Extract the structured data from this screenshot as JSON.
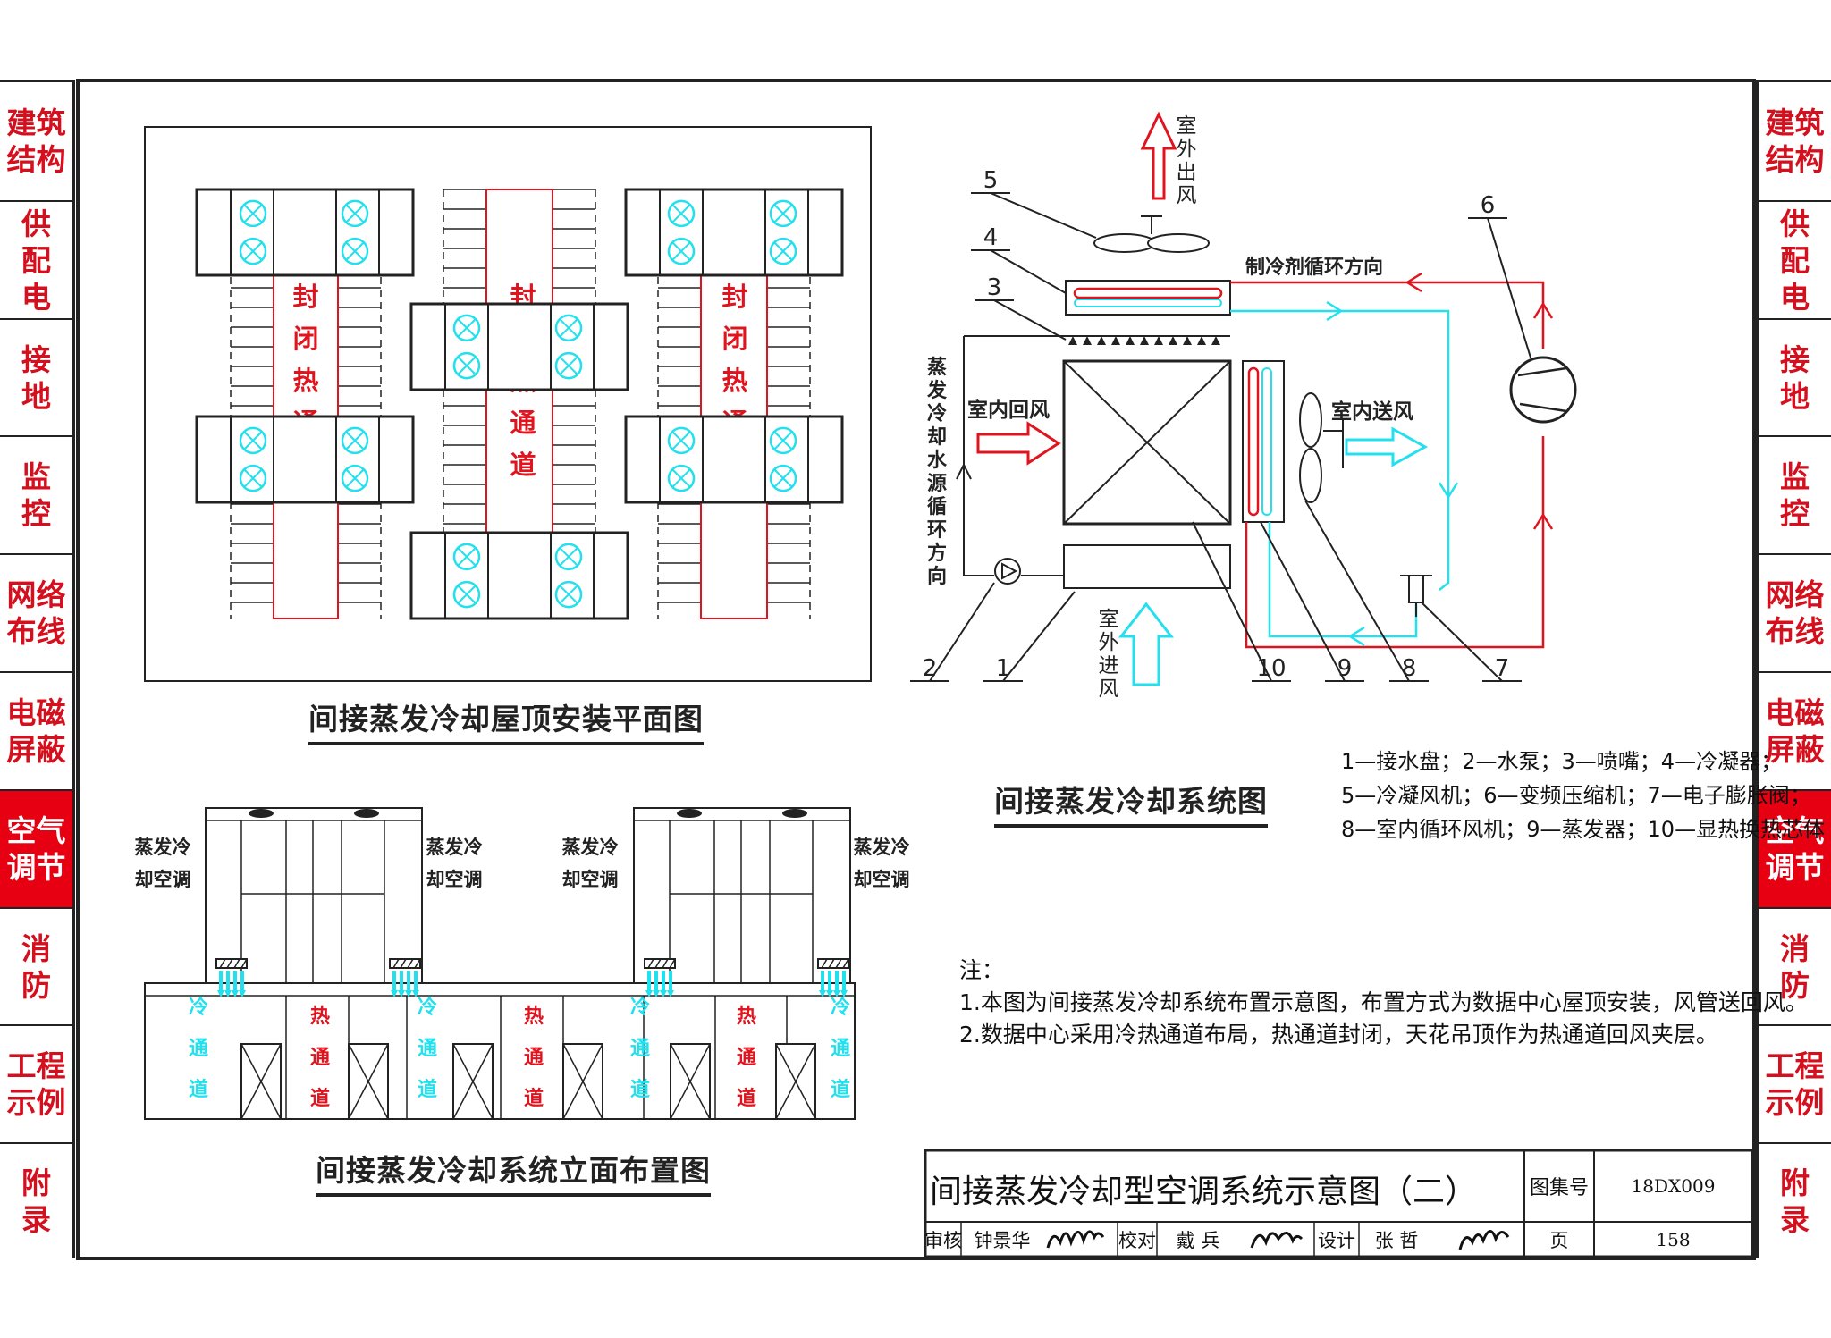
{
  "side_tabs": {
    "left": [
      {
        "label": "建筑\n结构",
        "active": false
      },
      {
        "label": "供\n配\n电",
        "active": false
      },
      {
        "label": "接\n地",
        "active": false
      },
      {
        "label": "监\n控",
        "active": false
      },
      {
        "label": "网络\n布线",
        "active": false
      },
      {
        "label": "电磁\n屏蔽",
        "active": false
      },
      {
        "label": "空气\n调节",
        "active": true
      },
      {
        "label": "消\n防",
        "active": false
      },
      {
        "label": "工程\n示例",
        "active": false
      },
      {
        "label": "附\n录",
        "active": false
      }
    ],
    "right": [
      {
        "label": "建筑\n结构",
        "active": false
      },
      {
        "label": "供\n配\n电",
        "active": false
      },
      {
        "label": "接\n地",
        "active": false
      },
      {
        "label": "监\n控",
        "active": false
      },
      {
        "label": "网络\n布线",
        "active": false
      },
      {
        "label": "电磁\n屏蔽",
        "active": false
      },
      {
        "label": "空气\n调节",
        "active": true
      },
      {
        "label": "消\n防",
        "active": false
      },
      {
        "label": "工程\n示例",
        "active": false
      },
      {
        "label": "附\n录",
        "active": false
      }
    ]
  },
  "roof_plan": {
    "caption": "间接蒸发冷却屋顶安装平面图",
    "aisle_label": [
      "封",
      "闭",
      "热",
      "通",
      "道"
    ]
  },
  "elevation": {
    "caption": "间接蒸发冷却系统立面布置图",
    "unit_label": [
      "蒸发冷",
      "却空调"
    ],
    "cold_aisle": [
      "冷",
      "通",
      "道"
    ],
    "hot_aisle": [
      "热",
      "通",
      "道"
    ]
  },
  "system": {
    "caption": "间接蒸发冷却系统图",
    "outdoor_exhaust": [
      "室",
      "外",
      "出",
      "风"
    ],
    "outdoor_intake": [
      "室",
      "外",
      "进",
      "风"
    ],
    "indoor_return": "室内回风",
    "indoor_supply": "室内送风",
    "refrigerant_direction": "制冷剂循环方向",
    "water_direction": [
      "蒸",
      "发",
      "冷",
      "却",
      "水",
      "源",
      "循",
      "环",
      "方",
      "向"
    ],
    "numbers": [
      "1",
      "2",
      "3",
      "4",
      "5",
      "6",
      "7",
      "8",
      "9",
      "10"
    ],
    "legend": [
      "1—接水盘；2—水泵；3—喷嘴；4—冷凝器；",
      "5—冷凝风机；6—变频压缩机；7—电子膨胀阀；",
      "8—室内循环风机；9—蒸发器；10—显热换热芯体"
    ]
  },
  "notes": {
    "heading": "注：",
    "items": [
      "1.本图为间接蒸发冷却系统布置示意图，布置方式为数据中心屋顶安装，风管送回风。",
      "2.数据中心采用冷热通道布局，热通道封闭，天花吊顶作为热通道回风夹层。"
    ]
  },
  "title_block": {
    "title": "间接蒸发冷却型空调系统示意图（二）",
    "atlas_label": "图集号",
    "atlas_no": "18DX009",
    "review_label": "审核",
    "reviewer": "钟景华",
    "check_label": "校对",
    "checker": "戴 兵",
    "design_label": "设计",
    "designer": "张 哲",
    "page_label": "页",
    "page_no": "158"
  },
  "colors": {
    "red": "#e0141e",
    "cyan": "#23e0ee",
    "frame": "#222222"
  }
}
